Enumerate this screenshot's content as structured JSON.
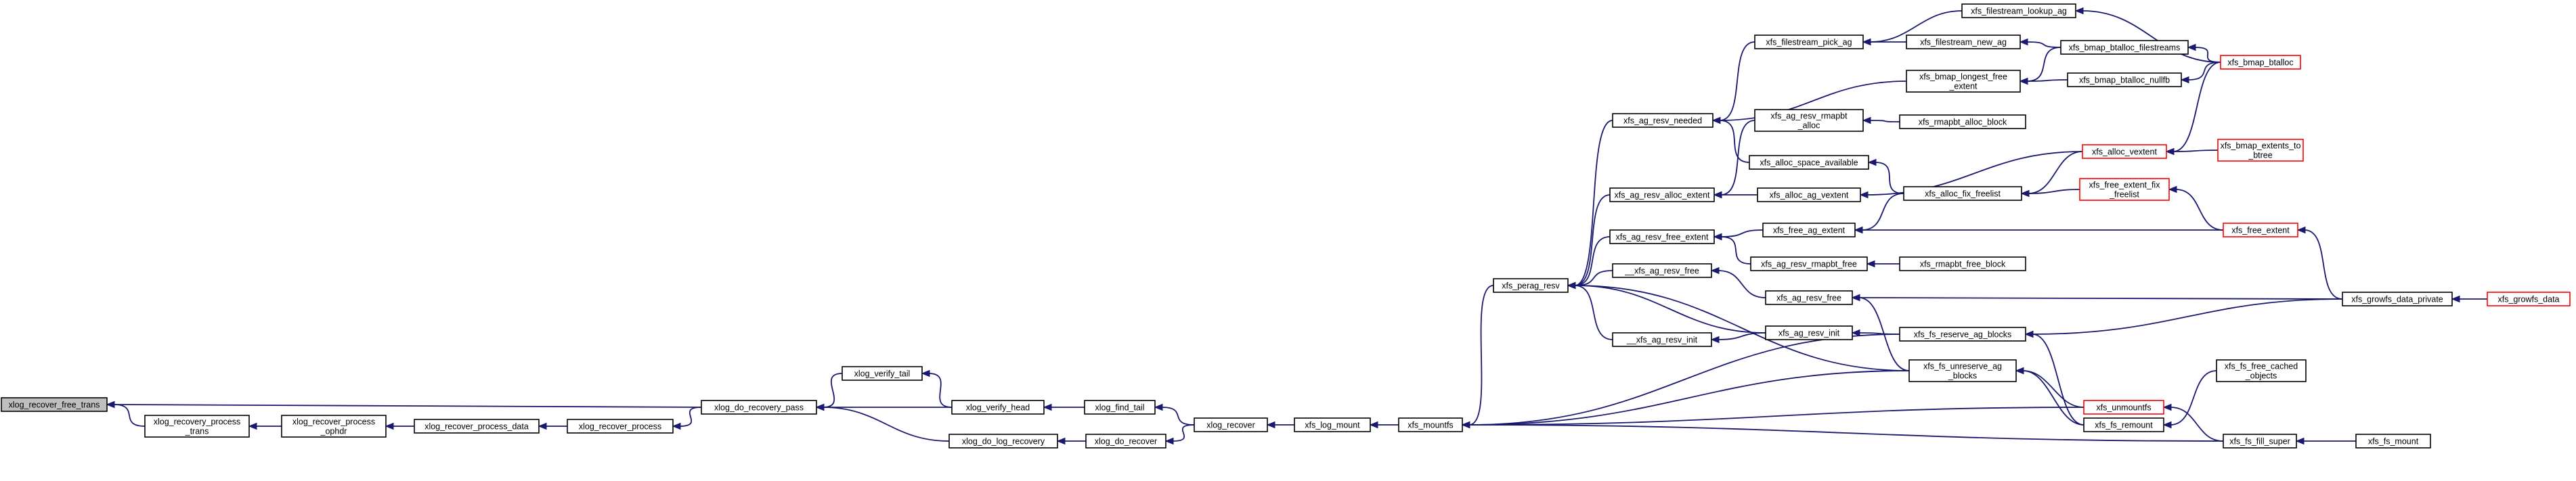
{
  "graph": {
    "title": "",
    "colors": {
      "edge": "#191970",
      "box": "#000000",
      "truncated_box": "#ff0000",
      "root_fill": "#bfbfbf",
      "background": "#ffffff"
    },
    "nodes": [
      {
        "id": "xlog_recover_free_trans",
        "lines": [
          "xlog_recover_free_trans"
        ],
        "root": true
      },
      {
        "id": "xlog_recovery_process_trans",
        "lines": [
          "xlog_recovery_process",
          "_trans"
        ]
      },
      {
        "id": "xlog_recover_process_ophdr",
        "lines": [
          "xlog_recover_process",
          "_ophdr"
        ]
      },
      {
        "id": "xlog_recover_process_data",
        "lines": [
          "xlog_recover_process_data"
        ]
      },
      {
        "id": "xlog_recover_process",
        "lines": [
          "xlog_recover_process"
        ]
      },
      {
        "id": "xlog_do_recovery_pass",
        "lines": [
          "xlog_do_recovery_pass"
        ]
      },
      {
        "id": "xlog_verify_tail",
        "lines": [
          "xlog_verify_tail"
        ]
      },
      {
        "id": "xlog_verify_head",
        "lines": [
          "xlog_verify_head"
        ]
      },
      {
        "id": "xlog_do_log_recovery",
        "lines": [
          "xlog_do_log_recovery"
        ]
      },
      {
        "id": "xlog_find_tail",
        "lines": [
          "xlog_find_tail"
        ]
      },
      {
        "id": "xlog_do_recover",
        "lines": [
          "xlog_do_recover"
        ]
      },
      {
        "id": "xlog_recover",
        "lines": [
          "xlog_recover"
        ]
      },
      {
        "id": "xfs_log_mount",
        "lines": [
          "xfs_log_mount"
        ]
      },
      {
        "id": "xfs_mountfs",
        "lines": [
          "xfs_mountfs"
        ]
      },
      {
        "id": "xfs_perag_resv",
        "lines": [
          "xfs_perag_resv"
        ]
      },
      {
        "id": "xfs_ag_resv_needed",
        "lines": [
          "xfs_ag_resv_needed"
        ]
      },
      {
        "id": "xfs_ag_resv_alloc_extent",
        "lines": [
          "xfs_ag_resv_alloc_extent"
        ]
      },
      {
        "id": "xfs_ag_resv_free_extent",
        "lines": [
          "xfs_ag_resv_free_extent"
        ]
      },
      {
        "id": "_xfs_ag_resv_free",
        "lines": [
          "__xfs_ag_resv_free"
        ]
      },
      {
        "id": "_xfs_ag_resv_init",
        "lines": [
          "__xfs_ag_resv_init"
        ]
      },
      {
        "id": "xfs_filestream_pick_ag",
        "lines": [
          "xfs_filestream_pick_ag"
        ]
      },
      {
        "id": "xfs_ag_resv_rmapbt_alloc",
        "lines": [
          "xfs_ag_resv_rmapbt",
          "_alloc"
        ]
      },
      {
        "id": "xfs_alloc_space_available",
        "lines": [
          "xfs_alloc_space_available"
        ]
      },
      {
        "id": "xfs_alloc_ag_vextent",
        "lines": [
          "xfs_alloc_ag_vextent"
        ]
      },
      {
        "id": "xfs_free_ag_extent",
        "lines": [
          "xfs_free_ag_extent"
        ]
      },
      {
        "id": "xfs_ag_resv_rmapbt_free",
        "lines": [
          "xfs_ag_resv_rmapbt_free"
        ]
      },
      {
        "id": "xfs_ag_resv_free",
        "lines": [
          "xfs_ag_resv_free"
        ]
      },
      {
        "id": "xfs_ag_resv_init",
        "lines": [
          "xfs_ag_resv_init"
        ]
      },
      {
        "id": "xfs_filestream_lookup_ag",
        "lines": [
          "xfs_filestream_lookup_ag"
        ]
      },
      {
        "id": "xfs_filestream_new_ag",
        "lines": [
          "xfs_filestream_new_ag"
        ]
      },
      {
        "id": "xfs_bmap_longest_free_extent",
        "lines": [
          "xfs_bmap_longest_free",
          "_extent"
        ]
      },
      {
        "id": "xfs_rmapbt_alloc_block",
        "lines": [
          "xfs_rmapbt_alloc_block"
        ]
      },
      {
        "id": "xfs_alloc_fix_freelist",
        "lines": [
          "xfs_alloc_fix_freelist"
        ]
      },
      {
        "id": "xfs_rmapbt_free_block",
        "lines": [
          "xfs_rmapbt_free_block"
        ]
      },
      {
        "id": "xfs_fs_reserve_ag_blocks",
        "lines": [
          "xfs_fs_reserve_ag_blocks"
        ]
      },
      {
        "id": "xfs_fs_unreserve_ag_blocks",
        "lines": [
          "xfs_fs_unreserve_ag",
          "_blocks"
        ]
      },
      {
        "id": "xfs_bmap_btalloc_filestreams",
        "lines": [
          "xfs_bmap_btalloc_filestreams"
        ]
      },
      {
        "id": "xfs_bmap_btalloc_nullfb",
        "lines": [
          "xfs_bmap_btalloc_nullfb"
        ]
      },
      {
        "id": "xfs_alloc_vextent",
        "lines": [
          "xfs_alloc_vextent"
        ],
        "truncated": true
      },
      {
        "id": "xfs_free_extent_fix_freelist",
        "lines": [
          "xfs_free_extent_fix",
          "_freelist"
        ],
        "truncated": true
      },
      {
        "id": "xfs_unmountfs",
        "lines": [
          "xfs_unmountfs"
        ],
        "truncated": true
      },
      {
        "id": "xfs_fs_remount",
        "lines": [
          "xfs_fs_remount"
        ]
      },
      {
        "id": "xfs_bmap_btalloc",
        "lines": [
          "xfs_bmap_btalloc"
        ],
        "truncated": true
      },
      {
        "id": "xfs_bmap_extents_to_btree",
        "lines": [
          "xfs_bmap_extents_to",
          "_btree"
        ],
        "truncated": true
      },
      {
        "id": "xfs_free_extent",
        "lines": [
          "xfs_free_extent"
        ],
        "truncated": true
      },
      {
        "id": "xfs_growfs_data_private",
        "lines": [
          "xfs_growfs_data_private"
        ]
      },
      {
        "id": "xfs_fs_free_cached_objects",
        "lines": [
          "xfs_fs_free_cached",
          "_objects"
        ]
      },
      {
        "id": "xfs_fs_fill_super",
        "lines": [
          "xfs_fs_fill_super"
        ]
      },
      {
        "id": "xfs_growfs_data",
        "lines": [
          "xfs_growfs_data"
        ],
        "truncated": true
      },
      {
        "id": "xfs_fs_mount",
        "lines": [
          "xfs_fs_mount"
        ]
      }
    ],
    "edges": [
      [
        "xlog_recovery_process_trans",
        "xlog_recover_free_trans"
      ],
      [
        "xlog_do_recovery_pass",
        "xlog_recover_free_trans"
      ],
      [
        "xlog_recover_process_ophdr",
        "xlog_recovery_process_trans"
      ],
      [
        "xlog_recover_process_data",
        "xlog_recover_process_ophdr"
      ],
      [
        "xlog_recover_process",
        "xlog_recover_process_data"
      ],
      [
        "xlog_do_recovery_pass",
        "xlog_recover_process"
      ],
      [
        "xlog_verify_tail",
        "xlog_do_recovery_pass"
      ],
      [
        "xlog_verify_head",
        "xlog_do_recovery_pass"
      ],
      [
        "xlog_do_log_recovery",
        "xlog_do_recovery_pass"
      ],
      [
        "xlog_verify_head",
        "xlog_verify_tail"
      ],
      [
        "xlog_find_tail",
        "xlog_verify_head"
      ],
      [
        "xlog_do_recover",
        "xlog_do_log_recovery"
      ],
      [
        "xlog_recover",
        "xlog_find_tail"
      ],
      [
        "xlog_recover",
        "xlog_do_recover"
      ],
      [
        "xfs_log_mount",
        "xlog_recover"
      ],
      [
        "xfs_mountfs",
        "xfs_log_mount"
      ],
      [
        "xfs_perag_resv",
        "xfs_mountfs"
      ],
      [
        "xfs_ag_resv_needed",
        "xfs_perag_resv"
      ],
      [
        "xfs_ag_resv_alloc_extent",
        "xfs_perag_resv"
      ],
      [
        "xfs_ag_resv_free_extent",
        "xfs_perag_resv"
      ],
      [
        "_xfs_ag_resv_free",
        "xfs_perag_resv"
      ],
      [
        "_xfs_ag_resv_init",
        "xfs_perag_resv"
      ],
      [
        "xfs_ag_resv_init",
        "xfs_perag_resv"
      ],
      [
        "xfs_fs_unreserve_ag_blocks",
        "xfs_perag_resv"
      ],
      [
        "xfs_filestream_pick_ag",
        "xfs_ag_resv_needed"
      ],
      [
        "xfs_bmap_longest_free_extent",
        "xfs_ag_resv_needed"
      ],
      [
        "xfs_alloc_space_available",
        "xfs_ag_resv_needed"
      ],
      [
        "xfs_ag_resv_rmapbt_alloc",
        "xfs_ag_resv_alloc_extent"
      ],
      [
        "xfs_alloc_ag_vextent",
        "xfs_ag_resv_alloc_extent"
      ],
      [
        "xfs_free_ag_extent",
        "xfs_ag_resv_free_extent"
      ],
      [
        "xfs_ag_resv_rmapbt_free",
        "xfs_ag_resv_free_extent"
      ],
      [
        "xfs_ag_resv_free",
        "_xfs_ag_resv_free"
      ],
      [
        "xfs_ag_resv_init",
        "_xfs_ag_resv_init"
      ],
      [
        "xfs_filestream_lookup_ag",
        "xfs_filestream_pick_ag"
      ],
      [
        "xfs_filestream_new_ag",
        "xfs_filestream_pick_ag"
      ],
      [
        "xfs_rmapbt_alloc_block",
        "xfs_ag_resv_rmapbt_alloc"
      ],
      [
        "xfs_alloc_fix_freelist",
        "xfs_alloc_space_available"
      ],
      [
        "xfs_alloc_vextent",
        "xfs_alloc_ag_vextent"
      ],
      [
        "xfs_alloc_fix_freelist",
        "xfs_free_ag_extent"
      ],
      [
        "xfs_free_extent",
        "xfs_free_ag_extent"
      ],
      [
        "xfs_rmapbt_free_block",
        "xfs_ag_resv_rmapbt_free"
      ],
      [
        "xfs_fs_unreserve_ag_blocks",
        "xfs_ag_resv_free"
      ],
      [
        "xfs_growfs_data_private",
        "xfs_ag_resv_free"
      ],
      [
        "xfs_fs_reserve_ag_blocks",
        "xfs_ag_resv_init"
      ],
      [
        "xfs_bmap_btalloc",
        "xfs_filestream_lookup_ag"
      ],
      [
        "xfs_bmap_btalloc_filestreams",
        "xfs_filestream_new_ag"
      ],
      [
        "xfs_bmap_btalloc_filestreams",
        "xfs_bmap_longest_free_extent"
      ],
      [
        "xfs_bmap_btalloc_nullfb",
        "xfs_bmap_longest_free_extent"
      ],
      [
        "xfs_alloc_vextent",
        "xfs_alloc_fix_freelist"
      ],
      [
        "xfs_free_extent_fix_freelist",
        "xfs_alloc_fix_freelist"
      ],
      [
        "xfs_fs_reserve_ag_blocks",
        "xfs_mountfs"
      ],
      [
        "xfs_fs_unreserve_ag_blocks",
        "xfs_mountfs"
      ],
      [
        "xfs_unmountfs",
        "xfs_mountfs"
      ],
      [
        "xfs_fs_fill_super",
        "xfs_mountfs"
      ],
      [
        "xfs_growfs_data_private",
        "xfs_fs_reserve_ag_blocks"
      ],
      [
        "xfs_fs_remount",
        "xfs_fs_reserve_ag_blocks"
      ],
      [
        "xfs_fs_remount",
        "xfs_fs_unreserve_ag_blocks"
      ],
      [
        "xfs_unmountfs",
        "xfs_fs_unreserve_ag_blocks"
      ],
      [
        "xfs_bmap_btalloc",
        "xfs_bmap_btalloc_filestreams"
      ],
      [
        "xfs_bmap_btalloc",
        "xfs_bmap_btalloc_nullfb"
      ],
      [
        "xfs_bmap_btalloc",
        "xfs_alloc_vextent"
      ],
      [
        "xfs_bmap_extents_to_btree",
        "xfs_alloc_vextent"
      ],
      [
        "xfs_free_extent",
        "xfs_free_extent_fix_freelist"
      ],
      [
        "xfs_growfs_data_private",
        "xfs_free_extent"
      ],
      [
        "xfs_fs_fill_super",
        "xfs_unmountfs"
      ],
      [
        "xfs_fs_free_cached_objects",
        "xfs_fs_remount"
      ],
      [
        "xfs_growfs_data",
        "xfs_growfs_data_private"
      ],
      [
        "xfs_fs_mount",
        "xfs_fs_fill_super"
      ]
    ]
  }
}
